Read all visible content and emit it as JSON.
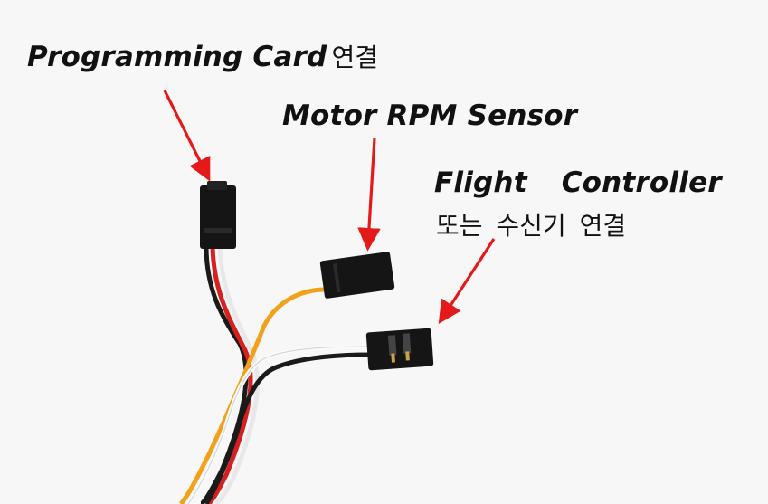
{
  "labels": {
    "programming_card_en": "Programming Card",
    "programming_card_ko": "연결",
    "motor_rpm_sensor": "Motor RPM Sensor",
    "flight_controller": "Flight  Controller",
    "receiver_connection_ko": "또는 수신기 연결"
  },
  "colors": {
    "background": "#f7f7f7",
    "arrow": "#e41a1a",
    "connector": "#151515",
    "wire_black": "#1a1a1a",
    "wire_red": "#d81f1f",
    "wire_white": "#fafafa",
    "wire_orange": "#f2a21a"
  }
}
